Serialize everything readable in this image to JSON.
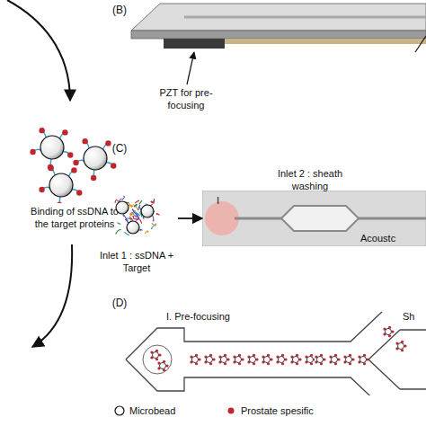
{
  "diagram": {
    "nodes": [
      {
        "text": [
          "Binding of ssDNA to the target proteins"
        ]
      },
      {
        "text": [
          "Inlet 1 : ssDNA + Target"
        ]
      },
      {
        "text": [
          "I",
          "Acoustc"
        ]
      },
      {
        "text": [
          "I. Pre-focusing"
        ]
      },
      {
        "text": [
          "Sh"
        ]
      }
    ],
    "edges": [
      {
        "from": 1,
        "to": 2,
        "arrow": "to"
      }
    ],
    "labels": [
      "(B)",
      "(C)",
      "(D)",
      "PZT for pre-focusing",
      "Inlet 2 : sheath washing"
    ],
    "legend": [
      {
        "text": "Microbead"
      },
      {
        "text": "Prostate spesific"
      }
    ]
  }
}
